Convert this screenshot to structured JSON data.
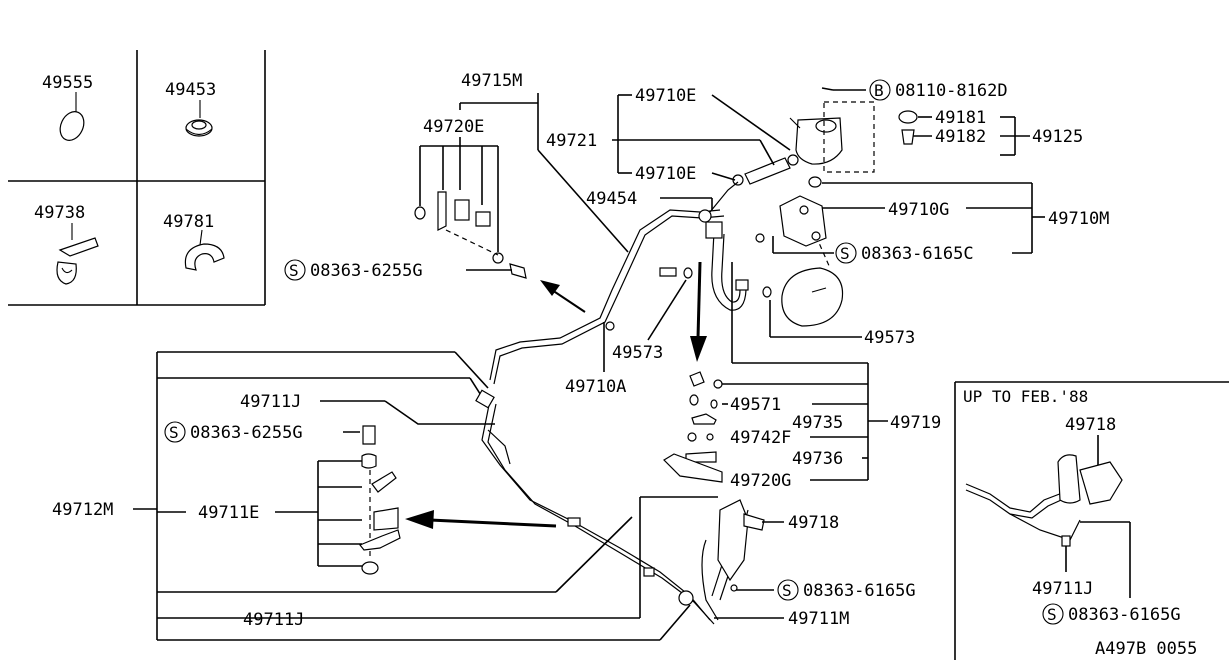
{
  "labels": {
    "p49555": "49555",
    "p49453": "49453",
    "p49738": "49738",
    "p49781": "49781",
    "p49715M": "49715M",
    "p49720E": "49720E",
    "p49710E_top": "49710E",
    "p49721": "49721",
    "p49710E_mid": "49710E",
    "p49454": "49454",
    "b_letter": "B",
    "b_num": "08110-8162D",
    "p49181": "49181",
    "p49182": "49182",
    "p49125": "49125",
    "p49710G": "49710G",
    "p49710M": "49710M",
    "s1_letter": "S",
    "s1_num": "08363-6165C",
    "s2_letter": "S",
    "s2_num": "08363-6255G",
    "p49573_a": "49573",
    "p49573_b": "49573",
    "p49710A": "49710A",
    "p49711J_top": "49711J",
    "s3_letter": "S",
    "s3_num": "08363-6255G",
    "p49571": "49571",
    "p49735": "49735",
    "p49719": "49719",
    "p49742F": "49742F",
    "p49736": "49736",
    "p49720G": "49720G",
    "p49712M": "49712M",
    "p49711E": "49711E",
    "p49718": "49718",
    "s4_letter": "S",
    "s4_num": "08363-6165G",
    "p49711J_bot": "49711J",
    "p49711M": "49711M",
    "inset_title": "UP TO FEB.'88",
    "inset_49718": "49718",
    "inset_49711J": "49711J",
    "s5_letter": "S",
    "s5_num": "08363-6165G",
    "figure_code": "A497B 0055"
  }
}
